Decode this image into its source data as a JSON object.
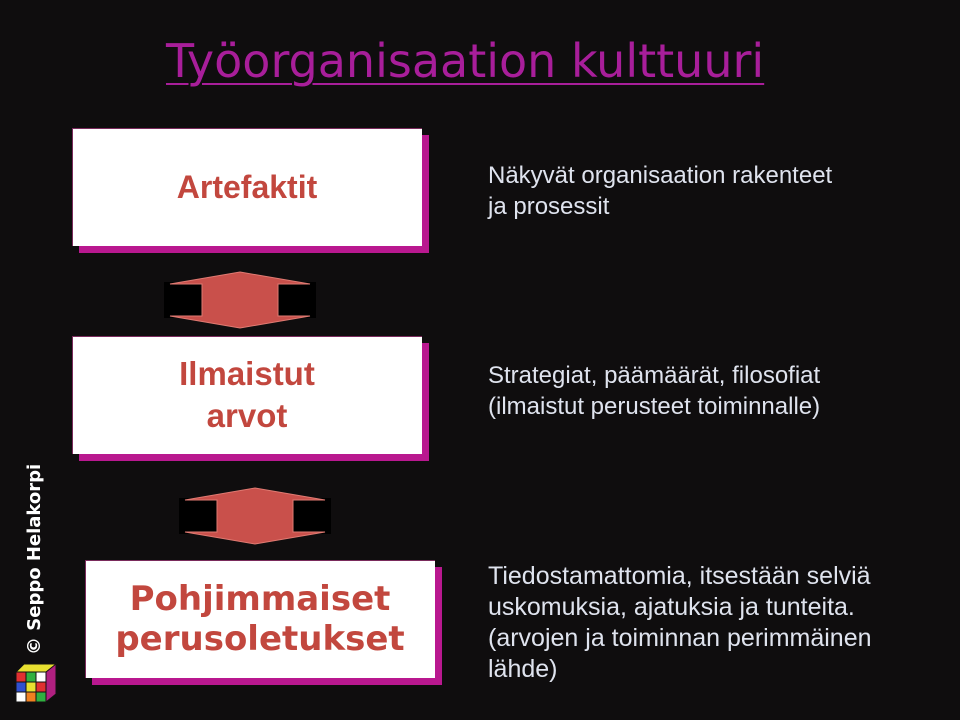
{
  "title": "Työorganisaation kulttuuri",
  "levels": [
    {
      "box_lines": [
        "Artefaktit"
      ],
      "description_lines": [
        "Näkyvät organisaation rakenteet",
        "ja prosessit"
      ]
    },
    {
      "box_lines": [
        "Ilmaistut",
        "arvot"
      ],
      "description_lines": [
        "Strategiat, päämäärät, filosofiat",
        "(ilmaistut perusteet toiminnalle)"
      ]
    },
    {
      "box_lines": [
        "Pohjimmaiset",
        "perusoletukset"
      ],
      "description_lines": [
        "Tiedostamattomia, itsestään selviä",
        "uskomuksia, ajatuksia ja tunteita.",
        "(arvojen ja toiminnan perimmäinen",
        "lähde)"
      ]
    }
  ],
  "copyright": "© Seppo Helakorpi",
  "colors": {
    "background": "#0f0d0e",
    "title": "#a81e9a",
    "box_text": "#c2473e",
    "box_shadow": "#b9188f",
    "arrow": "#c9504b",
    "description": "#dfe3ee"
  },
  "icons": [
    "double-arrow-icon",
    "rubiks-cube-icon"
  ]
}
